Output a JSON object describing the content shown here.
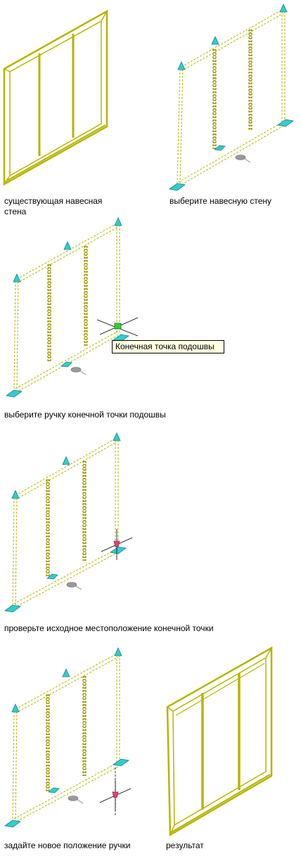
{
  "colors": {
    "frame": "#b5b500",
    "frame_dark": "#7a7a00",
    "grip": "#33cccc",
    "grip_dark": "#118888",
    "grip_hot": "#33cc33",
    "marker": "#e0407a",
    "ellipse": "#999999",
    "tooltip_bg": "#ffffe1"
  },
  "captions": {
    "existing_wall": "существующая навесная\nстена",
    "select_wall": "выберите навесную стену",
    "select_grip": "выберите ручку конечной точки подошвы",
    "check_location": "проверьте исходное местоположение конечной точки",
    "set_position": "задайте новое положение ручки",
    "result": "результат"
  },
  "tooltip": {
    "label": "Конечная точка подошвы"
  }
}
